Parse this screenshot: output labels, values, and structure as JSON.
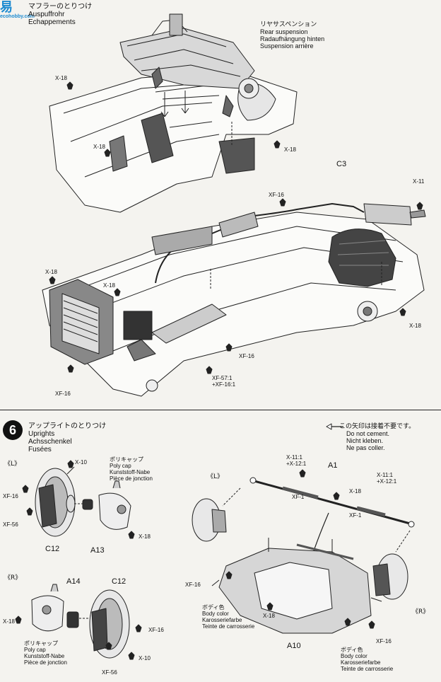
{
  "watermark": {
    "logo": "易",
    "site": "ecohobby.com"
  },
  "step5": {
    "title_jp": "マフラーのとりつけ",
    "title_de": "Auspuffrohr",
    "title_fr": "Echappements",
    "rear_susp": {
      "jp": "リヤサスペンション",
      "en": "Rear suspension",
      "de": "Radaufhängung hinten",
      "fr": "Suspension arrière"
    },
    "labels": {
      "x18_a": "X-18",
      "x18_b": "X-18",
      "x18_c": "X-18",
      "x18_d": "X-18",
      "x18_e": "X-18",
      "c3": "C3",
      "x11": "X-11",
      "xf16_a": "XF-16",
      "xf16_b": "XF-16",
      "xf16_c": "XF-16",
      "mix1": "XF-57:1",
      "mix2": "+XF-16:1"
    }
  },
  "step6": {
    "number": "6",
    "title_jp": "アップライトのとりつけ",
    "title_en": "Uprights",
    "title_de": "Achsschenkel",
    "title_fr": "Fusées",
    "nocement": {
      "jp": "この矢印は接着不要です。",
      "en": "Do not cement.",
      "de": "Nicht kleben.",
      "fr": "Ne pas coller."
    },
    "polycap_top": {
      "jp": "ポリキャップ",
      "en": "Poly cap",
      "de": "Kunststoff-Nabe",
      "fr": "Pièce de jonction"
    },
    "polycap_bottom": {
      "jp": "ポリキャップ",
      "en": "Poly cap",
      "de": "Kunststoff-Nabe",
      "fr": "Pièce de jonction"
    },
    "bodycolor_1": {
      "jp": "ボディ色",
      "en": "Body color",
      "de": "Karosseriefarbe",
      "fr": "Teinte de carrosserie"
    },
    "bodycolor_2": {
      "jp": "ボディ色",
      "en": "Body color",
      "de": "Karosseriefarbe",
      "fr": "Teinte de carrosserie"
    },
    "labels": {
      "L_left": "《L》",
      "R_left": "《R》",
      "L_right": "《L》",
      "R_right": "《R》",
      "x10_a": "X-10",
      "x10_b": "X-10",
      "xf16_a": "XF-16",
      "xf16_b": "XF-16",
      "xf16_c": "XF-16",
      "xf16_d": "XF-16",
      "xf56_a": "XF-56",
      "xf56_b": "XF-56",
      "x18_a": "X-18",
      "x18_b": "X-18",
      "x18_c": "X-18",
      "x18_d": "X-18",
      "c12_a": "C12",
      "c12_b": "C12",
      "a13": "A13",
      "a14": "A14",
      "a1": "A1",
      "a10": "A10",
      "mixL1": "X-11:1",
      "mixL2": "+X-12:1",
      "mixR1": "X-11:1",
      "mixR2": "+X-12:1",
      "xf1_a": "XF-1",
      "xf1_b": "XF-1"
    }
  }
}
